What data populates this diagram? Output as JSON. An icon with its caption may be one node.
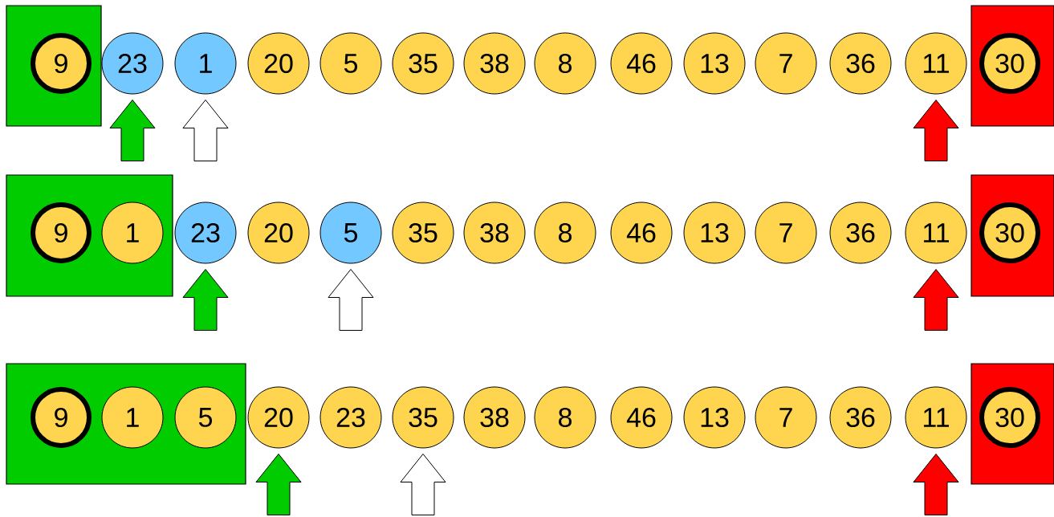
{
  "diagram": {
    "nodes": [
      {
        "text": [],
        "shape": "box"
      },
      {
        "text": [
          "9"
        ],
        "in": 0
      },
      {
        "text": [
          "23"
        ]
      },
      {
        "text": [
          "1"
        ]
      },
      {
        "text": [
          "20"
        ]
      },
      {
        "text": [
          "5"
        ]
      },
      {
        "text": [
          "35"
        ]
      },
      {
        "text": [
          "38"
        ]
      },
      {
        "text": [
          "8"
        ]
      },
      {
        "text": [
          "46"
        ]
      },
      {
        "text": [
          "13"
        ]
      },
      {
        "text": [
          "7"
        ]
      },
      {
        "text": [
          "36"
        ]
      },
      {
        "text": [
          "11"
        ]
      },
      {
        "text": [],
        "shape": "box"
      },
      {
        "text": [
          "30"
        ],
        "in": 14
      },
      {
        "text": [],
        "shape": "box"
      },
      {
        "text": [
          "9"
        ],
        "in": 16
      },
      {
        "text": [
          "1"
        ],
        "in": 16
      },
      {
        "text": [
          "23"
        ]
      },
      {
        "text": [
          "20"
        ]
      },
      {
        "text": [
          "5"
        ]
      },
      {
        "text": [
          "35"
        ]
      },
      {
        "text": [
          "38"
        ]
      },
      {
        "text": [
          "8"
        ]
      },
      {
        "text": [
          "46"
        ]
      },
      {
        "text": [
          "13"
        ]
      },
      {
        "text": [
          "7"
        ]
      },
      {
        "text": [
          "36"
        ]
      },
      {
        "text": [
          "11"
        ]
      },
      {
        "text": [],
        "shape": "box"
      },
      {
        "text": [
          "30"
        ],
        "in": 30
      },
      {
        "text": [],
        "shape": "box"
      },
      {
        "text": [
          "9"
        ],
        "in": 32
      },
      {
        "text": [
          "1"
        ],
        "in": 32
      },
      {
        "text": [
          "5"
        ],
        "in": 32
      },
      {
        "text": [
          "20"
        ]
      },
      {
        "text": [
          "23"
        ]
      },
      {
        "text": [
          "35"
        ]
      },
      {
        "text": [
          "38"
        ]
      },
      {
        "text": [
          "8"
        ]
      },
      {
        "text": [
          "46"
        ]
      },
      {
        "text": [
          "13"
        ]
      },
      {
        "text": [
          "7"
        ]
      },
      {
        "text": [
          "36"
        ]
      },
      {
        "text": [
          "11"
        ]
      },
      {
        "text": [],
        "shape": "box"
      },
      {
        "text": [
          "30"
        ],
        "in": 46
      }
    ],
    "edges": [
      {
        "from": null,
        "to": 2,
        "arrow": "to",
        "color": "#00cc00"
      },
      {
        "from": null,
        "to": 3,
        "arrow": "to",
        "color": "#ffffff"
      },
      {
        "from": null,
        "to": 13,
        "arrow": "to",
        "color": "#ff0000"
      },
      {
        "from": null,
        "to": 19,
        "arrow": "to",
        "color": "#00cc00"
      },
      {
        "from": null,
        "to": 21,
        "arrow": "to",
        "color": "#ffffff"
      },
      {
        "from": null,
        "to": 29,
        "arrow": "to",
        "color": "#ff0000"
      },
      {
        "from": null,
        "to": 36,
        "arrow": "to",
        "color": "#00cc00"
      },
      {
        "from": null,
        "to": 38,
        "arrow": "to",
        "color": "#ffffff"
      },
      {
        "from": null,
        "to": 45,
        "arrow": "to",
        "color": "#ff0000"
      }
    ]
  }
}
